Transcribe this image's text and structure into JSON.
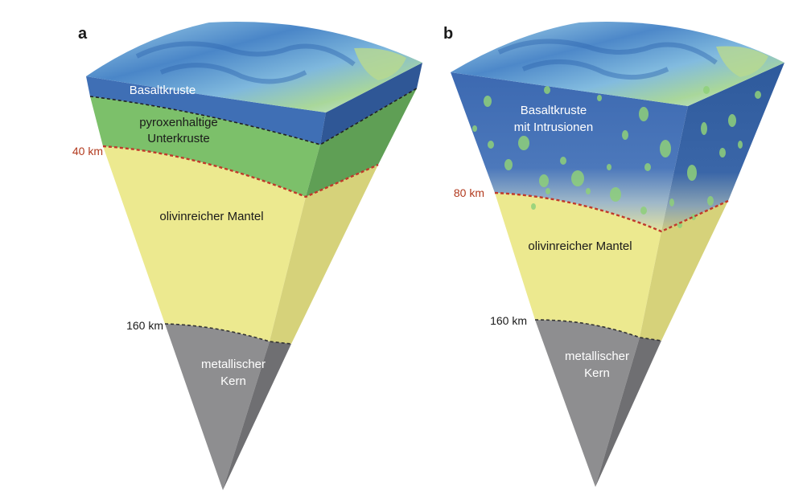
{
  "panels": [
    {
      "id": "a",
      "label": "a",
      "layers": {
        "crust": "Basaltkruste",
        "lower_crust_line1": "pyroxenhaltige",
        "lower_crust_line2": "Unterkruste",
        "mantle": "olivinreicher Mantel",
        "core_line1": "metallischer",
        "core_line2": "Kern"
      },
      "depths": {
        "crust_boundary": "40 km",
        "core_boundary": "160 km"
      }
    },
    {
      "id": "b",
      "label": "b",
      "layers": {
        "crust_line1": "Basaltkruste",
        "crust_line2": "mit Intrusionen",
        "mantle": "olivinreicher Mantel",
        "core_line1": "metallischer",
        "core_line2": "Kern"
      },
      "depths": {
        "crust_boundary": "80 km",
        "core_boundary": "160 km"
      }
    }
  ],
  "colors": {
    "basalt": "#3f6fb5",
    "basalt_dark": "#2f5796",
    "lower_crust": "#7cc06a",
    "lower_crust_dark": "#5f9f55",
    "mantle": "#ece98f",
    "mantle_dark": "#d6d27a",
    "core": "#8e8e90",
    "core_dark": "#6f6f72",
    "boundary_red": "#c0392b",
    "depth_red": "#b23a1e",
    "intrusion": "#8fd07a"
  }
}
